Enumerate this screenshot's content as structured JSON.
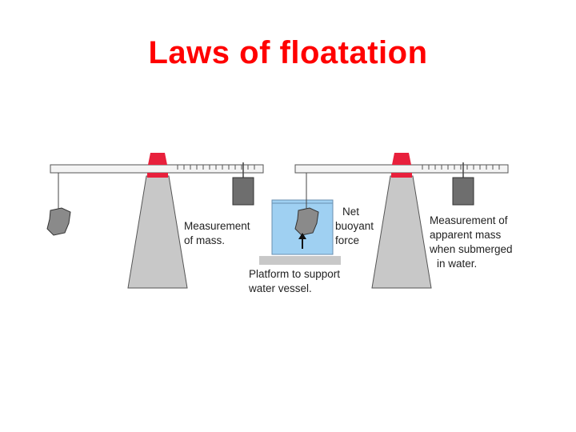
{
  "title": "Laws of floatation",
  "labels": {
    "mass_line1": "Measurement",
    "mass_line2": "of mass.",
    "net_line1": "Net",
    "net_line2": "buoyant",
    "net_line3": "force",
    "platform_line1": "Platform to support",
    "platform_line2": "water vessel.",
    "apparent_line1": "Measurement of",
    "apparent_line2": "apparent mass",
    "apparent_line3": "when submerged",
    "apparent_line4": "in water."
  },
  "colors": {
    "title": "#ff0000",
    "pivot": "#e8203c",
    "stand": "#c8c8c8",
    "water": "#9fd0f2",
    "weight": "#6e6e6e",
    "rock": "#8a8a8a"
  }
}
